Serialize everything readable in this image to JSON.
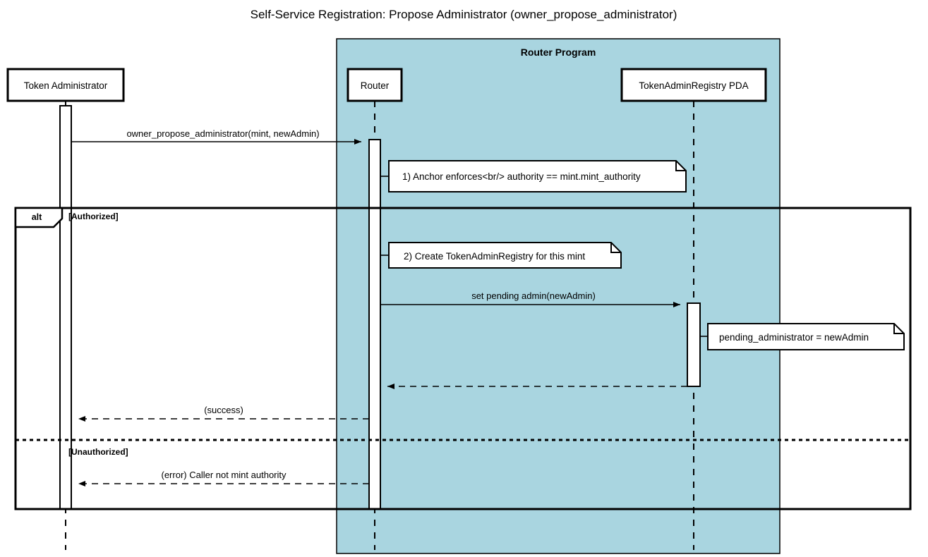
{
  "title": "Self-Service Registration: Propose Administrator (owner_propose_administrator)",
  "diagram_type": "uml-sequence-diagram",
  "colors": {
    "program_box_fill": "#a9d5e0",
    "participant_fill": "#ffffff",
    "note_fill": "#ffffff",
    "line": "#000000",
    "background": "#ffffff"
  },
  "groups": [
    {
      "name": "router-program",
      "label": "Router Program",
      "fill": "#a9d5e0"
    }
  ],
  "participants": [
    {
      "id": "token-administrator",
      "label": "Token Administrator",
      "group": null
    },
    {
      "id": "router",
      "label": "Router",
      "group": "router-program"
    },
    {
      "id": "token-admin-registry-pda",
      "label": "TokenAdminRegistry PDA",
      "group": "router-program"
    }
  ],
  "fragment": {
    "kind": "alt",
    "operands": [
      {
        "guard": "[Authorized]"
      },
      {
        "guard": "[Unauthorized]"
      }
    ]
  },
  "messages": [
    {
      "id": "msg-propose",
      "label": "owner_propose_administrator(mint, newAdmin)",
      "from": "token-administrator",
      "to": "router",
      "style": "solid",
      "arrow": "filled"
    },
    {
      "id": "msg-set-pending-admin",
      "label": "set pending admin(newAdmin)",
      "from": "router",
      "to": "token-admin-registry-pda",
      "style": "solid",
      "arrow": "filled"
    },
    {
      "id": "msg-pda-return",
      "label": "",
      "from": "token-admin-registry-pda",
      "to": "router",
      "style": "dashed",
      "arrow": "filled"
    },
    {
      "id": "msg-success",
      "label": "(success)",
      "from": "router",
      "to": "token-administrator",
      "style": "dashed",
      "arrow": "filled"
    },
    {
      "id": "msg-error",
      "label": "(error) Caller not mint authority",
      "from": "router",
      "to": "token-administrator",
      "style": "dashed",
      "arrow": "filled"
    }
  ],
  "notes": [
    {
      "id": "note-anchor-enforces",
      "text": "1) Anchor enforces<br/> authority == mint.mint_authority",
      "attached_to": "router",
      "side": "right"
    },
    {
      "id": "note-create-registry",
      "text": "2) Create TokenAdminRegistry for this mint",
      "attached_to": "router",
      "side": "right"
    },
    {
      "id": "note-pending-administrator",
      "text": "pending_administrator = newAdmin",
      "attached_to": "token-admin-registry-pda",
      "side": "right"
    }
  ]
}
